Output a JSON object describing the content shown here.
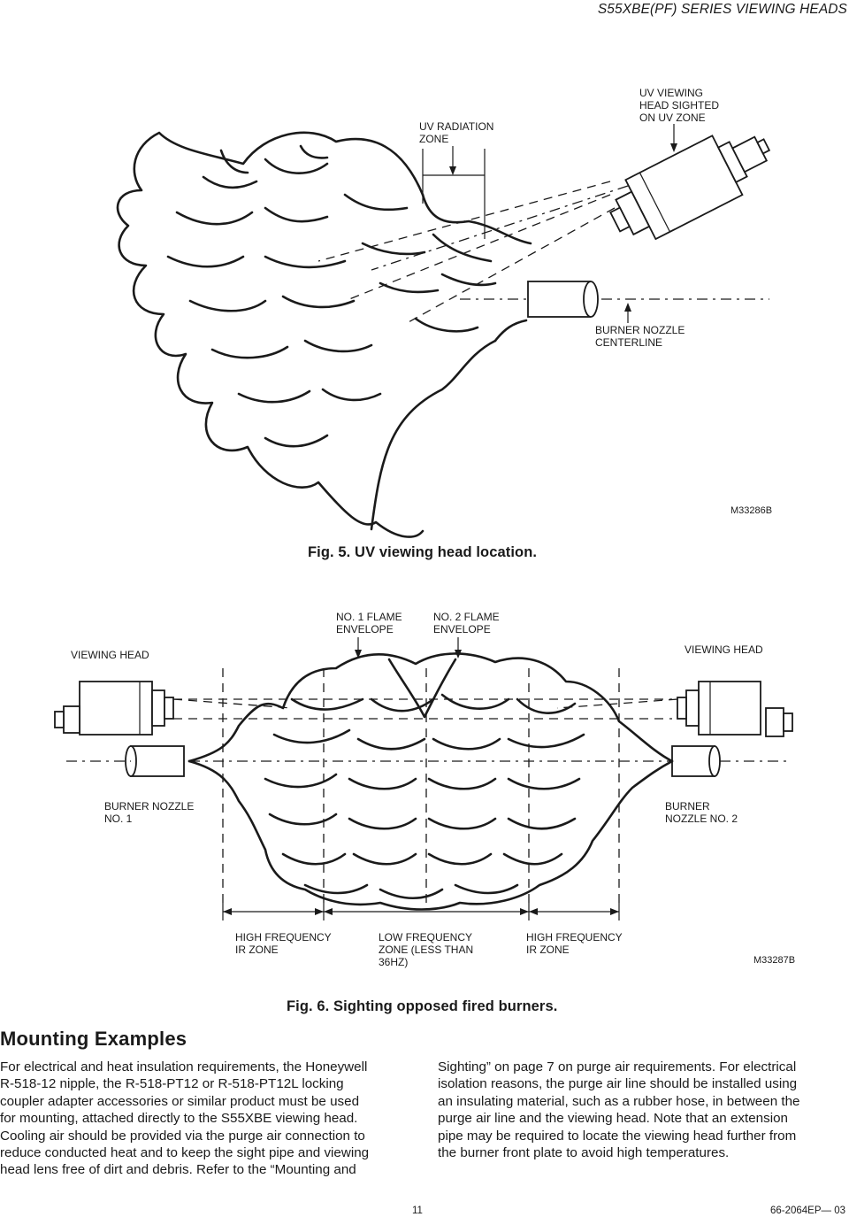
{
  "header": {
    "title": "S55XBE(PF) SERIES VIEWING HEADS"
  },
  "fig5": {
    "labels": {
      "uv_radiation_zone": [
        "UV RADIATION",
        "ZONE"
      ],
      "uv_viewing_head": [
        "UV VIEWING",
        "HEAD SIGHTED",
        "ON UV ZONE"
      ],
      "burner_nozzle_centerline": [
        "BURNER NOZZLE",
        "CENTERLINE"
      ],
      "code": "M33286B"
    },
    "caption": "Fig. 5. UV viewing head location."
  },
  "fig6": {
    "labels": {
      "no1_flame": [
        "NO. 1 FLAME",
        "ENVELOPE"
      ],
      "no2_flame": [
        "NO. 2 FLAME",
        "ENVELOPE"
      ],
      "viewing_head_left": "VIEWING HEAD",
      "viewing_head_right": "VIEWING HEAD",
      "burner_nozzle_1": [
        "BURNER NOZZLE",
        "NO. 1"
      ],
      "burner_nozzle_2": [
        "BURNER",
        "NOZZLE NO. 2"
      ],
      "high_freq_left": [
        "HIGH FREQUENCY",
        "IR ZONE"
      ],
      "low_freq": [
        "LOW FREQUENCY",
        "ZONE (LESS THAN",
        "36HZ)"
      ],
      "high_freq_right": [
        "HIGH FREQUENCY",
        "IR ZONE"
      ],
      "code": "M33287B"
    },
    "caption": "Fig. 6. Sighting opposed fired burners."
  },
  "section": {
    "heading": "Mounting Examples",
    "col1": [
      "For electrical and heat insulation requirements, the Honeywell",
      "R-518-12 nipple, the R-518-PT12 or R-518-PT12L locking",
      "coupler adapter accessories or similar product must be used",
      "for mounting, attached directly to the S55XBE viewing head.",
      "Cooling air should be provided via the purge air connection to",
      "reduce conducted heat and to keep the sight pipe and viewing",
      "head lens free of dirt and debris. Refer to the “Mounting and"
    ],
    "col2": [
      "Sighting” on page 7 on purge air requirements. For electrical",
      "isolation reasons, the purge air line should be installed using",
      "an insulating material, such as a rubber hose, in between the",
      "purge air line and the viewing head. Note that an extension",
      "pipe may be required to locate the viewing head further from",
      "the burner front plate to avoid high temperatures."
    ]
  },
  "footer": {
    "page_number": "11",
    "doc_code": "66-2064EP— 03"
  }
}
